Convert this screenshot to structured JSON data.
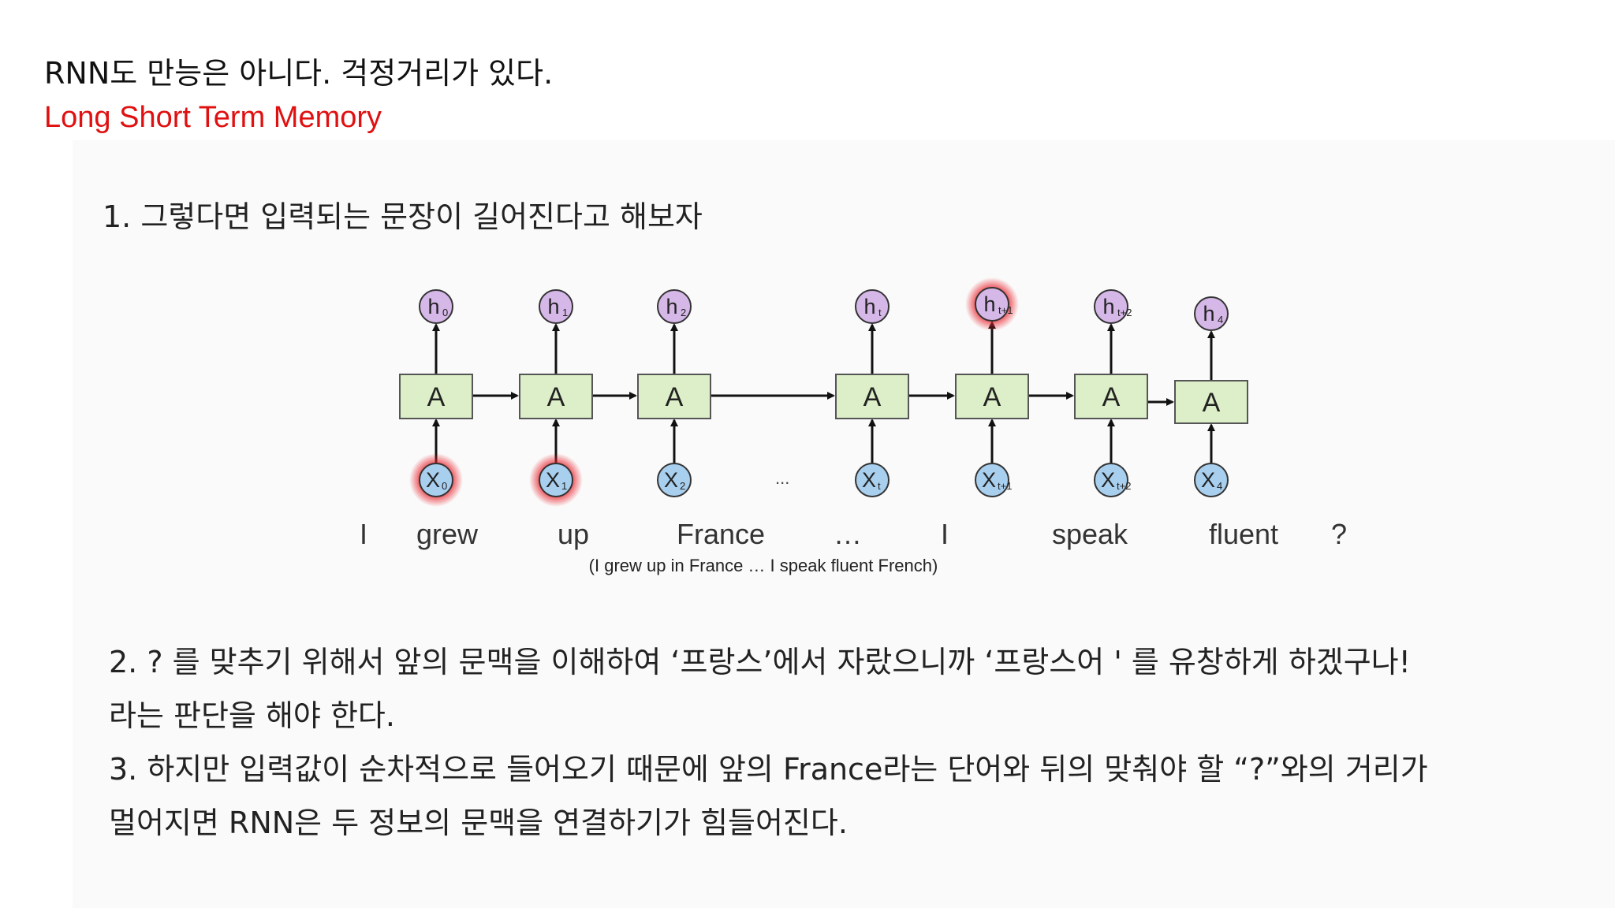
{
  "slide": {
    "title": "RNN도 만능은 아니다. 걱정거리가 있다.",
    "subtitle": "Long Short Term Memory",
    "point1": "1. 그렇다면 입력되는 문장이 길어진다고 해보자",
    "point2_line1": "2. ? 를 맞추기 위해서 앞의 문맥을 이해하여 ‘프랑스’에서 자랐으니까 ‘프랑스어 ' 를 유창하게 하겠구나!",
    "point2_line2": "라는 판단을 해야 한다.",
    "point3_line1": "3. 하지만 입력값이 순차적으로 들어오기 때문에 앞의 France라는 단어와 뒤의 맞춰야 할 “?”와의 거리가",
    "point3_line2": "멀어지면 RNN은 두 정보의 문맥을 연결하기가 힘들어진다."
  },
  "diagram": {
    "colors": {
      "cell_fill": "#dcefc8",
      "output_fill": "#d6b8e8",
      "input_fill": "#a8cfee",
      "highlight": "#e8202a"
    },
    "cell_label": "A",
    "gap_label": "...",
    "cells": [
      {
        "h": "h",
        "h_sub": "0",
        "x": "X",
        "x_sub": "0",
        "h_glow": false,
        "x_glow": true
      },
      {
        "h": "h",
        "h_sub": "1",
        "x": "X",
        "x_sub": "1",
        "h_glow": false,
        "x_glow": true
      },
      {
        "h": "h",
        "h_sub": "2",
        "x": "X",
        "x_sub": "2",
        "h_glow": false,
        "x_glow": false
      },
      {
        "h": "h",
        "h_sub": "t",
        "x": "X",
        "x_sub": "t",
        "h_glow": false,
        "x_glow": false
      },
      {
        "h": "h",
        "h_sub": "t+1",
        "x": "X",
        "x_sub": "t+1",
        "h_glow": true,
        "x_glow": false
      },
      {
        "h": "h",
        "h_sub": "t+2",
        "x": "X",
        "x_sub": "t+2",
        "h_glow": false,
        "x_glow": false
      },
      {
        "h": "h",
        "h_sub": "4",
        "x": "X",
        "x_sub": "4",
        "h_glow": false,
        "x_glow": false
      }
    ],
    "words": [
      "I",
      "grew",
      "up",
      "France",
      "…",
      "I",
      "speak",
      "fluent",
      "?"
    ],
    "caption": "(I grew up in France  …  I speak fluent French)"
  }
}
